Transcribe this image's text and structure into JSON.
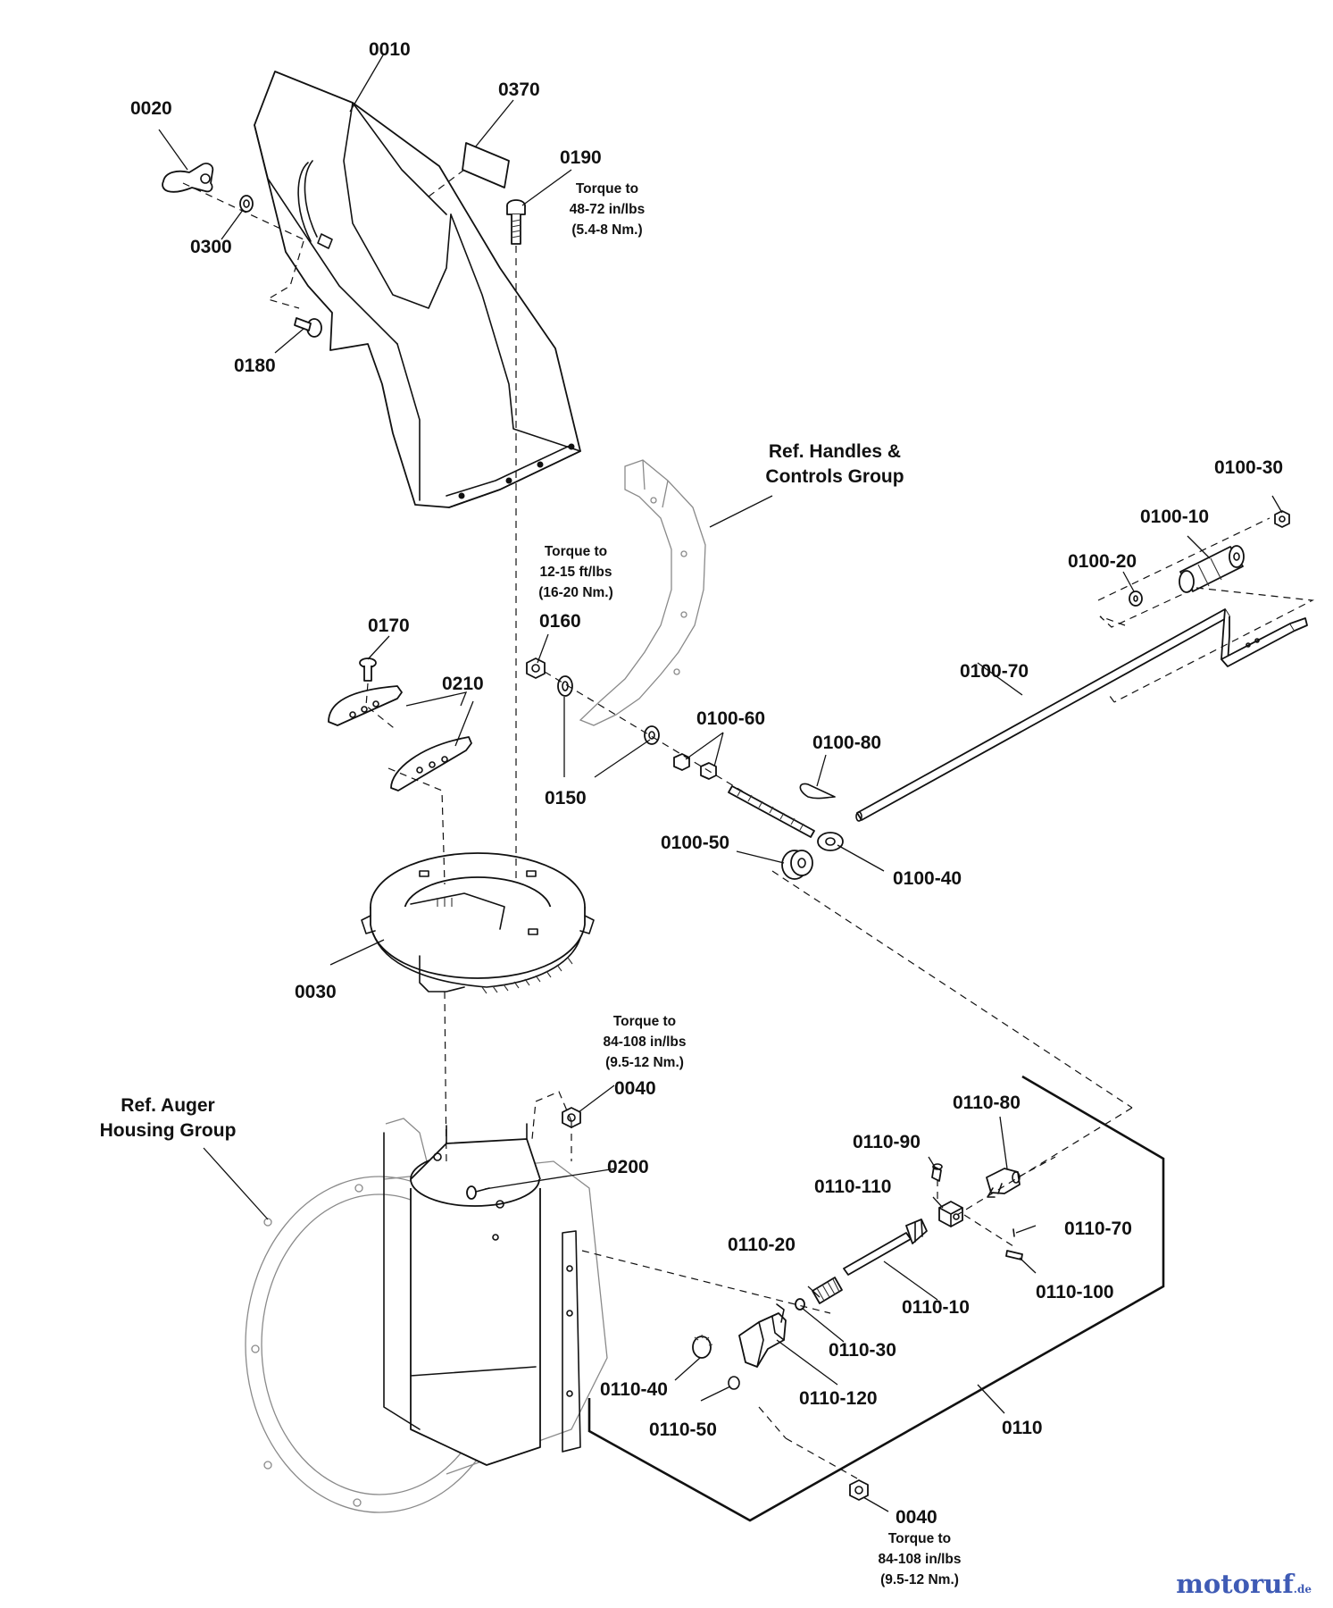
{
  "labels": {
    "p0010": "0010",
    "p0020": "0020",
    "p0370": "0370",
    "p0190": "0190",
    "p0300": "0300",
    "p0180": "0180",
    "p0170": "0170",
    "p0210": "0210",
    "p0160": "0160",
    "p0150": "0150",
    "p0030": "0030",
    "p0040a": "0040",
    "p0200": "0200",
    "p0040b": "0040",
    "p0100_10": "0100-10",
    "p0100_20": "0100-20",
    "p0100_30": "0100-30",
    "p0100_40": "0100-40",
    "p0100_50": "0100-50",
    "p0100_60": "0100-60",
    "p0100_70": "0100-70",
    "p0100_80": "0100-80",
    "p0110": "0110",
    "p0110_10": "0110-10",
    "p0110_20": "0110-20",
    "p0110_30": "0110-30",
    "p0110_40": "0110-40",
    "p0110_50": "0110-50",
    "p0110_70": "0110-70",
    "p0110_80": "0110-80",
    "p0110_90": "0110-90",
    "p0110_100": "0110-100",
    "p0110_110": "0110-110",
    "p0110_120": "0110-120"
  },
  "notes": {
    "torque_0190": [
      "Torque to",
      "48-72 in/lbs",
      "(5.4-8 Nm.)"
    ],
    "torque_0160": [
      "Torque to",
      "12-15 ft/lbs",
      "(16-20 Nm.)"
    ],
    "torque_0040a": [
      "Torque to",
      "84-108 in/lbs",
      "(9.5-12 Nm.)"
    ],
    "torque_0040b": [
      "Torque to",
      "84-108 in/lbs",
      "(9.5-12 Nm.)"
    ]
  },
  "refs": {
    "handles": [
      "Ref. Handles &",
      "Controls Group"
    ],
    "auger": [
      "Ref. Auger",
      "Housing Group"
    ]
  },
  "watermark": {
    "name": "motoruf",
    "suffix": ".de",
    "color": "#3f5bb5"
  }
}
